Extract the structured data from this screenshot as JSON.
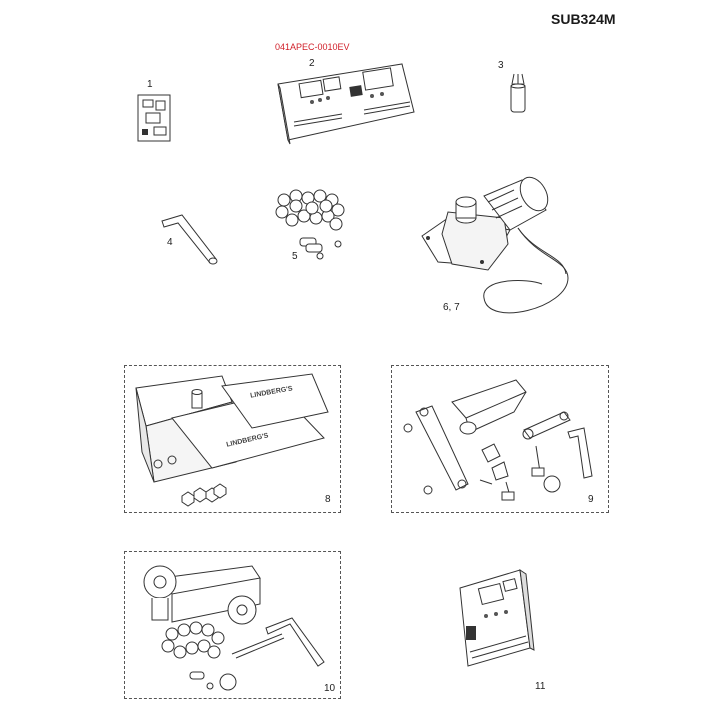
{
  "header": {
    "model": "SUB324M"
  },
  "parts": {
    "p1": {
      "number": "1"
    },
    "p2": {
      "number": "2",
      "code": "041APEC-0010EV"
    },
    "p3": {
      "number": "3"
    },
    "p4": {
      "number": "4"
    },
    "p5": {
      "number": "5"
    },
    "p67": {
      "number": "6, 7"
    },
    "p8": {
      "number": "8",
      "plate_text": "LINDBERG'S"
    },
    "p9": {
      "number": "9"
    },
    "p10": {
      "number": "10"
    },
    "p11": {
      "number": "11"
    }
  },
  "colors": {
    "line": "#333333",
    "accent_code": "#d0202a",
    "dash_box": "#555555"
  }
}
